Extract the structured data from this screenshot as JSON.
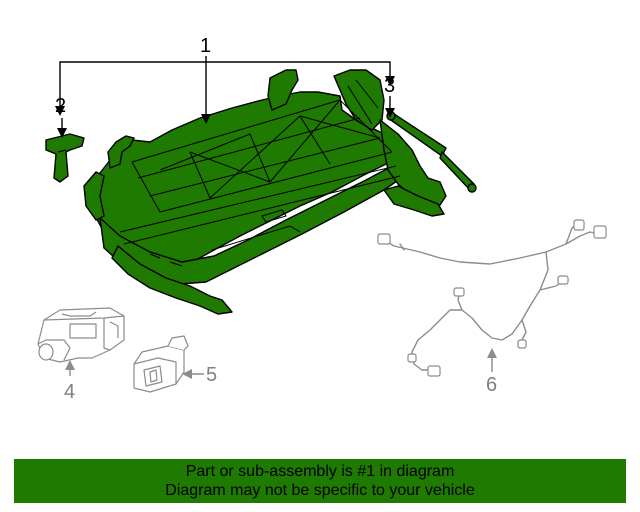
{
  "diagram": {
    "callouts": [
      {
        "id": "1",
        "label": "1",
        "highlighted": true
      },
      {
        "id": "2",
        "label": "2",
        "highlighted": true
      },
      {
        "id": "3",
        "label": "3",
        "highlighted": true
      },
      {
        "id": "4",
        "label": "4",
        "highlighted": false
      },
      {
        "id": "5",
        "label": "5",
        "highlighted": false
      },
      {
        "id": "6",
        "label": "6",
        "highlighted": false
      }
    ],
    "highlight_color": "#1e7a00",
    "line_color": "#000000",
    "muted_color": "#8c8c8c"
  },
  "banner": {
    "line1": "Part or sub-assembly is #1 in diagram",
    "line2": "Diagram may not be specific to your vehicle",
    "background": "#1e7a00"
  }
}
